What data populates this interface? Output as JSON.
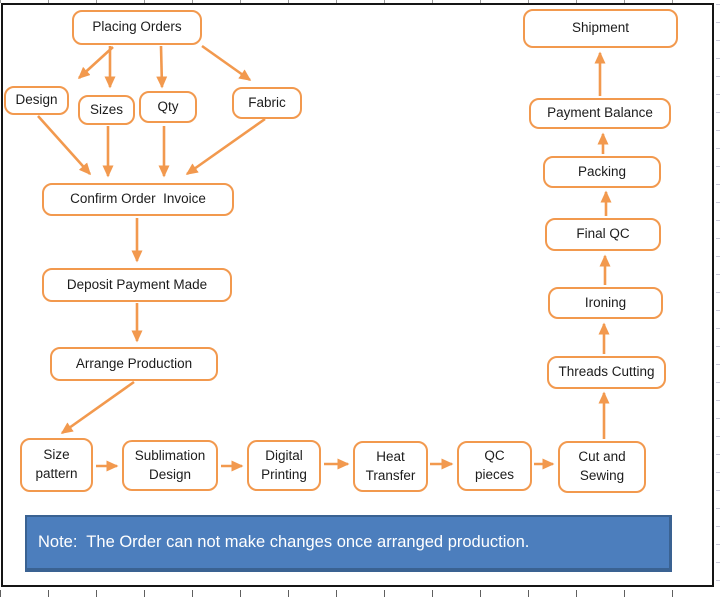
{
  "nodes": {
    "placing_orders": "Placing Orders",
    "design": "Design",
    "sizes": "Sizes",
    "qty": "Qty",
    "fabric": "Fabric",
    "confirm_order_invoice": "Confirm Order  Invoice",
    "deposit_payment_made": "Deposit Payment Made",
    "arrange_production": "Arrange Production",
    "size_pattern": "Size\npattern",
    "sublimation_design": "Sublimation\nDesign",
    "digital_printing": "Digital\nPrinting",
    "heat_transfer": "Heat\nTransfer",
    "qc_pieces": "QC\npieces",
    "cut_and_sewing": "Cut and\nSewing",
    "threads_cutting": "Threads Cutting",
    "ironing": "Ironing",
    "final_qc": "Final QC",
    "packing": "Packing",
    "payment_balance": "Payment Balance",
    "shipment": "Shipment"
  },
  "note": "Note:  The Order can not make changes once arranged production.",
  "edges": [
    {
      "from": "placing_orders",
      "to": "design"
    },
    {
      "from": "placing_orders",
      "to": "sizes"
    },
    {
      "from": "placing_orders",
      "to": "qty"
    },
    {
      "from": "placing_orders",
      "to": "fabric"
    },
    {
      "from": "design",
      "to": "confirm_order_invoice"
    },
    {
      "from": "sizes",
      "to": "confirm_order_invoice"
    },
    {
      "from": "qty",
      "to": "confirm_order_invoice"
    },
    {
      "from": "fabric",
      "to": "confirm_order_invoice"
    },
    {
      "from": "confirm_order_invoice",
      "to": "deposit_payment_made"
    },
    {
      "from": "deposit_payment_made",
      "to": "arrange_production"
    },
    {
      "from": "arrange_production",
      "to": "size_pattern"
    },
    {
      "from": "size_pattern",
      "to": "sublimation_design"
    },
    {
      "from": "sublimation_design",
      "to": "digital_printing"
    },
    {
      "from": "digital_printing",
      "to": "heat_transfer"
    },
    {
      "from": "heat_transfer",
      "to": "qc_pieces"
    },
    {
      "from": "qc_pieces",
      "to": "cut_and_sewing"
    },
    {
      "from": "cut_and_sewing",
      "to": "threads_cutting"
    },
    {
      "from": "threads_cutting",
      "to": "ironing"
    },
    {
      "from": "ironing",
      "to": "final_qc"
    },
    {
      "from": "final_qc",
      "to": "packing"
    },
    {
      "from": "packing",
      "to": "payment_balance"
    },
    {
      "from": "payment_balance",
      "to": "shipment"
    }
  ],
  "colors": {
    "box_border": "#F2994E",
    "arrow": "#F2994E",
    "box_bg": "#FFFFFF",
    "box_text": "#1C1C1C",
    "note_bg": "#4C7EBD",
    "note_border": "#3A6292",
    "note_text": "#FFFFFF",
    "frame_border": "#151515"
  }
}
